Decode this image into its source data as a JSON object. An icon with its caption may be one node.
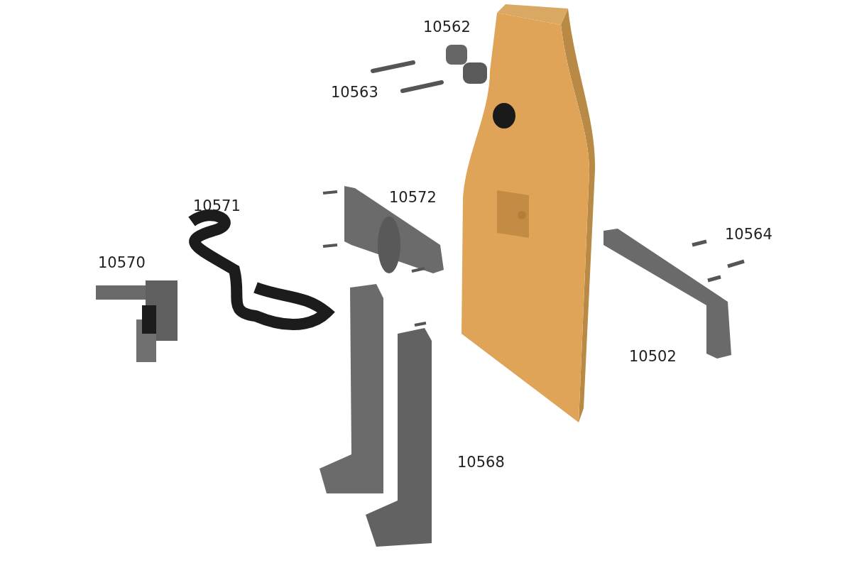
{
  "diagram": {
    "labels": [
      "10562",
      "10563",
      "10571",
      "10572",
      "10564",
      "10570",
      "10502",
      "10568"
    ]
  }
}
